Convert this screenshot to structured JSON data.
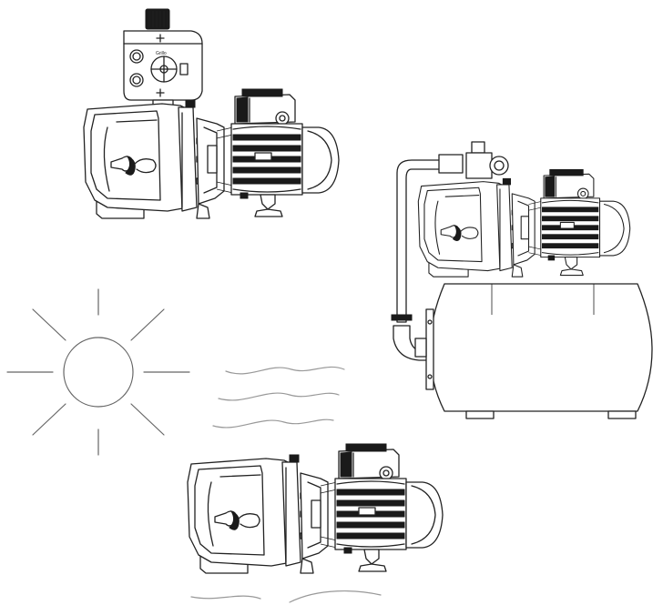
{
  "controller": {
    "brand_text": "Grillo"
  },
  "icons": {
    "sun": "sun-icon",
    "waves": "water-waves-icon",
    "pump_with_controller": "jet-pump-with-pressure-controller",
    "pump_with_tank": "jet-pump-with-pressure-tank",
    "pump": "jet-pump"
  },
  "colors": {
    "stroke": "#222222",
    "fill": "#1a1a1a",
    "waves": "#999999",
    "sun": "#666666",
    "background": "#ffffff"
  }
}
